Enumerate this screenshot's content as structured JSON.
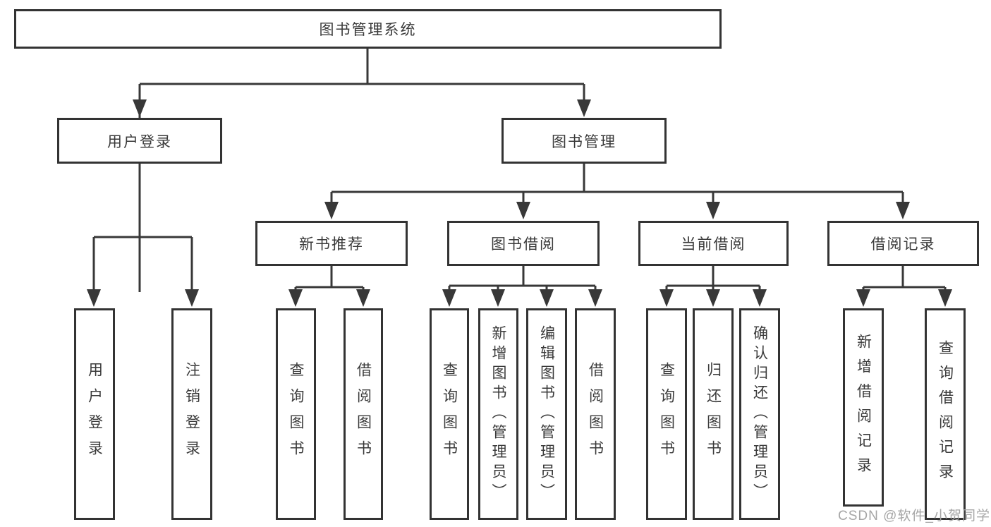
{
  "diagram": {
    "root": {
      "label": "图书管理系统"
    },
    "level2": [
      {
        "label": "用户登录"
      },
      {
        "label": "图书管理"
      }
    ],
    "level3": [
      {
        "label": "新书推荐",
        "parent": "图书管理"
      },
      {
        "label": "图书借阅",
        "parent": "图书管理"
      },
      {
        "label": "当前借阅",
        "parent": "图书管理"
      },
      {
        "label": "借阅记录",
        "parent": "图书管理"
      }
    ],
    "leaves": [
      {
        "label": "用户登录",
        "parent": "用户登录"
      },
      {
        "label": "注销登录",
        "parent": "用户登录"
      },
      {
        "label": "查询图书",
        "parent": "新书推荐"
      },
      {
        "label": "借阅图书",
        "parent": "新书推荐"
      },
      {
        "label": "查询图书",
        "parent": "图书借阅"
      },
      {
        "label": "新增图书（管理员）",
        "parent": "图书借阅"
      },
      {
        "label": "编辑图书（管理员）",
        "parent": "图书借阅"
      },
      {
        "label": "借阅图书",
        "parent": "图书借阅"
      },
      {
        "label": "查询图书",
        "parent": "当前借阅"
      },
      {
        "label": "归还图书",
        "parent": "当前借阅"
      },
      {
        "label": "确认归还（管理员）",
        "parent": "当前借阅"
      },
      {
        "label": "新增借阅记录",
        "parent": "借阅记录"
      },
      {
        "label": "查询借阅记录",
        "parent": "借阅记录"
      }
    ]
  },
  "watermark": "CSDN @软件_小贺同学",
  "colors": {
    "line": "#383838",
    "border": "#333333",
    "text": "#3a3a3a",
    "watermark": "#a6a6a6",
    "background": "#ffffff"
  }
}
